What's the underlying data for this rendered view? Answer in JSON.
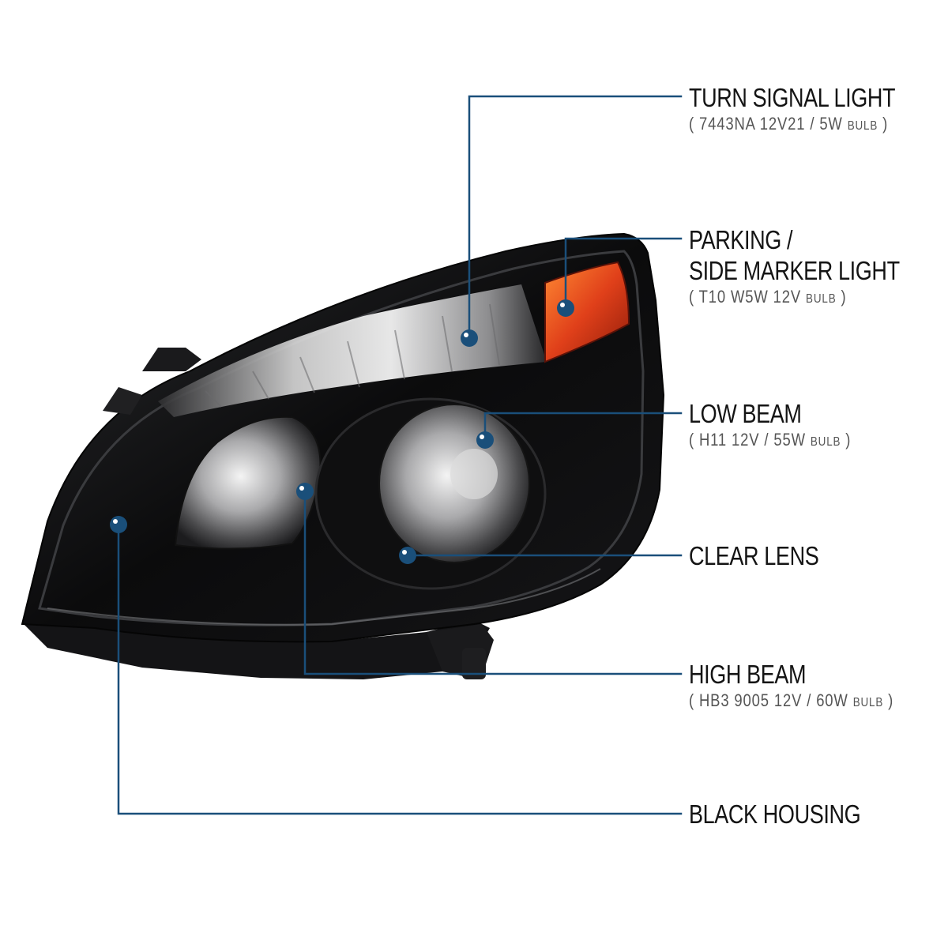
{
  "callouts": [
    {
      "id": "turn-signal",
      "title": [
        "TURN SIGNAL LIGHT"
      ],
      "spec_open": "(",
      "spec_text": "7443NA  12V21 / 5W",
      "spec_bulb": "BULB",
      "spec_close": ")"
    },
    {
      "id": "parking",
      "title": [
        "PARKING /",
        "SIDE MARKER LIGHT"
      ],
      "spec_open": "(",
      "spec_text": "T10  W5W  12V",
      "spec_bulb": "BULB",
      "spec_close": ")"
    },
    {
      "id": "low-beam",
      "title": [
        "LOW BEAM"
      ],
      "spec_open": "(",
      "spec_text": "H11  12V / 55W",
      "spec_bulb": "BULB",
      "spec_close": ")"
    },
    {
      "id": "clear-lens",
      "title": [
        "CLEAR LENS"
      ]
    },
    {
      "id": "high-beam",
      "title": [
        "HIGH BEAM"
      ],
      "spec_open": "(",
      "spec_text": "HB3  9005  12V / 60W",
      "spec_bulb": "BULB",
      "spec_close": ")"
    },
    {
      "id": "housing",
      "title": [
        "BLACK HOUSING"
      ]
    }
  ],
  "colors": {
    "leader": "#1a4f7a",
    "dot": "#1a4f7a",
    "amber": "#e0401a",
    "housing": "#0c0c0d"
  }
}
